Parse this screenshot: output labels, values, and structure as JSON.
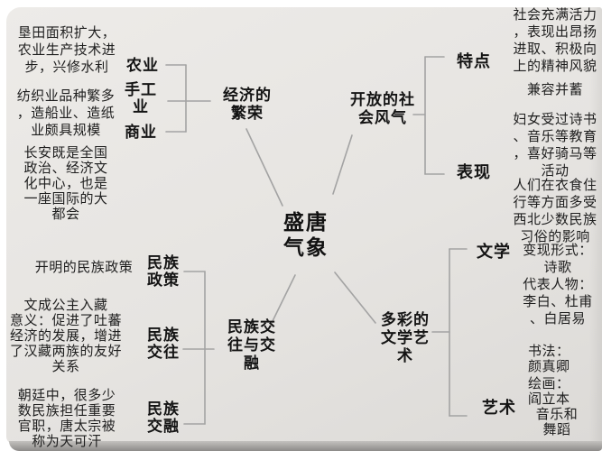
{
  "colors": {
    "page_bg": "#ffffff",
    "card_bg": "#e6e4e1",
    "line": "#a3a3a3",
    "text": "#1e1e1e"
  },
  "mindmap": {
    "center": "盛唐\n气象",
    "economy": {
      "label": "经济的\n繁荣",
      "agriculture": "农业",
      "handicraft": "手工\n业",
      "commerce": "商业",
      "note_agriculture": "垦田面积扩大，\n农业生产技术进\n步，兴修水利",
      "note_handicraft": "纺织业品种繁多\n，造船业、造纸\n业颇具规模",
      "note_commerce": "长安既是全国\n政治、经济文\n化中心，也是\n一座国际的大\n都会"
    },
    "society": {
      "label": "开放的社\n会风气",
      "tedian": "特点",
      "biaoxian": "表现",
      "note_tedian_1": "社会充满活力\n，表现出昂扬\n进取、积极向\n上的精神风貌",
      "note_tedian_2": "兼容并蓄",
      "note_biaoxian_1": "妇女受过诗书\n、音乐等教育\n，喜好骑马等\n活动",
      "note_biaoxian_2": "人们在衣食住\n行等方面多受\n西北少数民族\n习俗的影响"
    },
    "ethnic": {
      "label": "民族交\n往与交\n融",
      "policy": "民族\n政策",
      "contact": "民族\n交往",
      "integration": "民族\n交融",
      "note_policy": "开明的民族政策",
      "note_contact": "文成公主入藏\n意义：促进了吐蕃\n经济的发展，增进\n了汉藏两族的友好\n关系",
      "note_integration": "朝廷中，很多少\n数民族担任重要\n官职，唐太宗被\n称为天可汗"
    },
    "arts": {
      "label": "多彩的\n文学艺\n术",
      "literature": "文学",
      "art": "艺术",
      "note_literature_1": "变现形式：\n诗歌",
      "note_literature_2": "代表人物：\n李白、杜甫\n、白居易",
      "note_art_1": "书法：\n颜真卿",
      "note_art_2": "绘画：\n阎立本",
      "note_art_3": "音乐和\n舞蹈"
    }
  }
}
